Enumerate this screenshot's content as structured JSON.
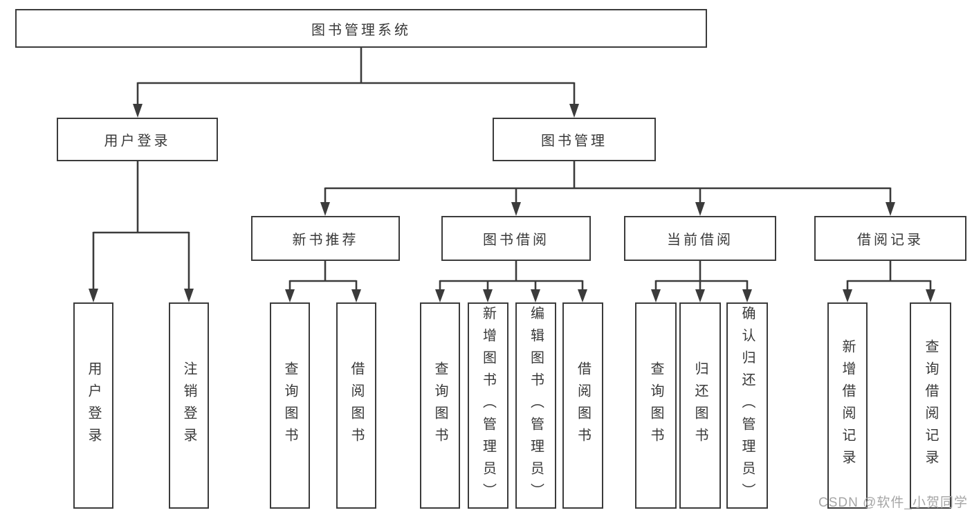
{
  "tree": {
    "root": "图书管理系统",
    "branches": [
      {
        "label": "用户登录",
        "leaves": [
          "用户登录",
          "注销登录"
        ]
      },
      {
        "label": "图书管理",
        "groups": [
          {
            "label": "新书推荐",
            "leaves": [
              "查询图书",
              "借阅图书"
            ]
          },
          {
            "label": "图书借阅",
            "leaves": [
              "查询图书",
              "新增图书（管理员）",
              "编辑图书（管理员）",
              "借阅图书"
            ]
          },
          {
            "label": "当前借阅",
            "leaves": [
              "查询图书",
              "归还图书",
              "确认归还（管理员）"
            ]
          },
          {
            "label": "借阅记录",
            "leaves": [
              "新增借阅记录",
              "查询借阅记录"
            ]
          }
        ]
      }
    ]
  },
  "watermark": "CSDN @软件_小贺同学",
  "colors": {
    "line": "#3b3b3b",
    "text": "#383838",
    "background": "#ffffff",
    "watermark": "#a6a6a6"
  }
}
